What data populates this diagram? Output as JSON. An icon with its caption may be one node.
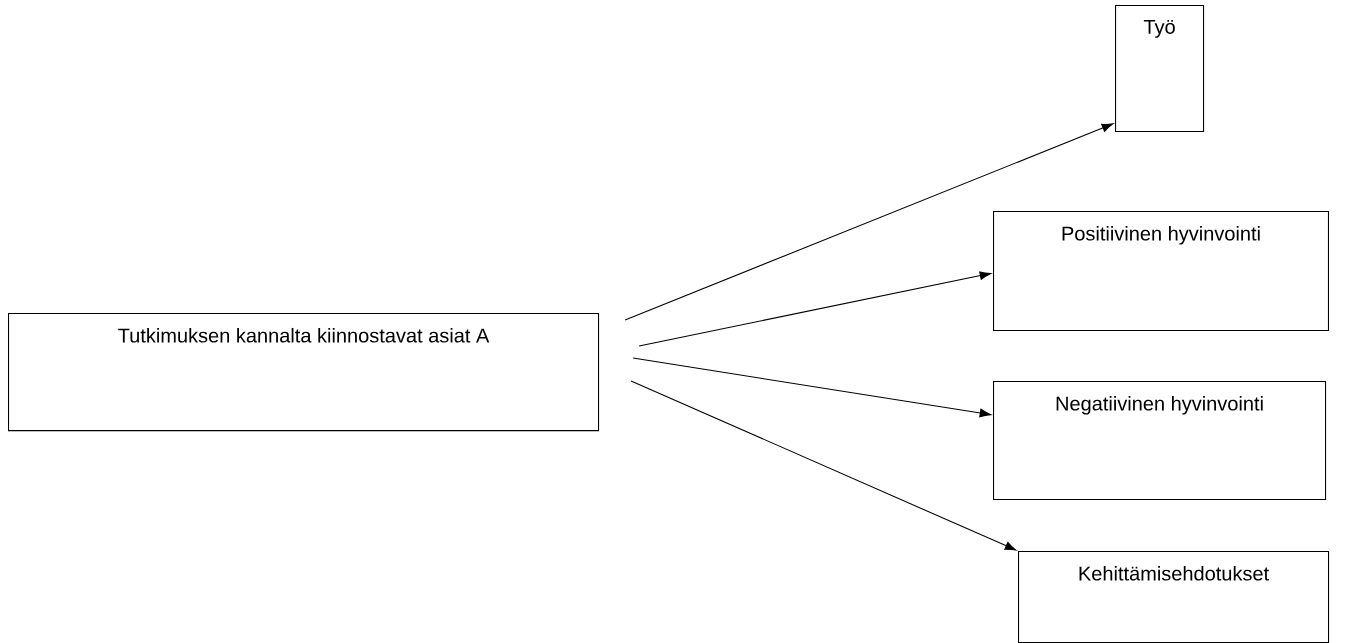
{
  "diagram": {
    "nodes": [
      {
        "text": [
          "Tutkimuksen kannalta kiinnostavat asiat A"
        ]
      },
      {
        "text": [
          "Työ"
        ]
      },
      {
        "text": [
          "Positiivinen hyvinvointi"
        ]
      },
      {
        "text": [
          "Negatiivinen hyvinvointi"
        ]
      },
      {
        "text": [
          "Kehittämisehdotukset"
        ]
      }
    ],
    "edges": [
      {
        "from": 0,
        "to": 1,
        "arrow": "to"
      },
      {
        "from": 0,
        "to": 2,
        "arrow": "to"
      },
      {
        "from": 0,
        "to": 3,
        "arrow": "to"
      },
      {
        "from": 0,
        "to": 4,
        "arrow": "to"
      }
    ]
  }
}
